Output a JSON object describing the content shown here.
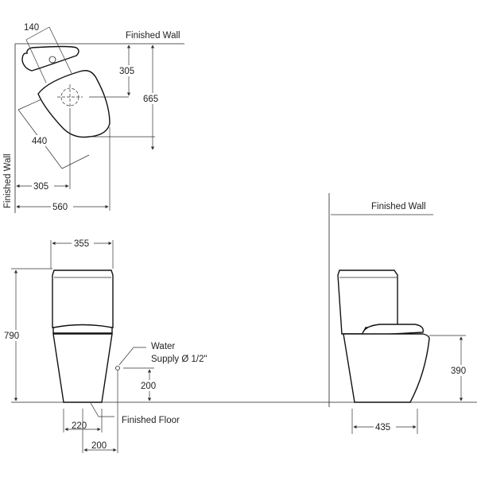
{
  "title": "Toilet installation dimensions",
  "labels": {
    "finished_wall": "Finished Wall",
    "finished_floor": "Finished Floor",
    "water_supply_line1": "Water",
    "water_supply_line2": "Supply Ø 1/2\""
  },
  "plan_view": {
    "dim_tank_depth": "140",
    "dim_wall_to_outlet": "305",
    "dim_overall_depth": "665",
    "dim_bowl_width": "440",
    "dim_side_wall_to_outlet": "305",
    "dim_overall_width": "560"
  },
  "front_view": {
    "dim_tank_width": "355",
    "dim_height": "790",
    "dim_supply_height": "200",
    "dim_base_width": "220",
    "dim_supply_offset": "200"
  },
  "side_view": {
    "dim_seat_height": "390",
    "dim_base_depth": "435"
  }
}
